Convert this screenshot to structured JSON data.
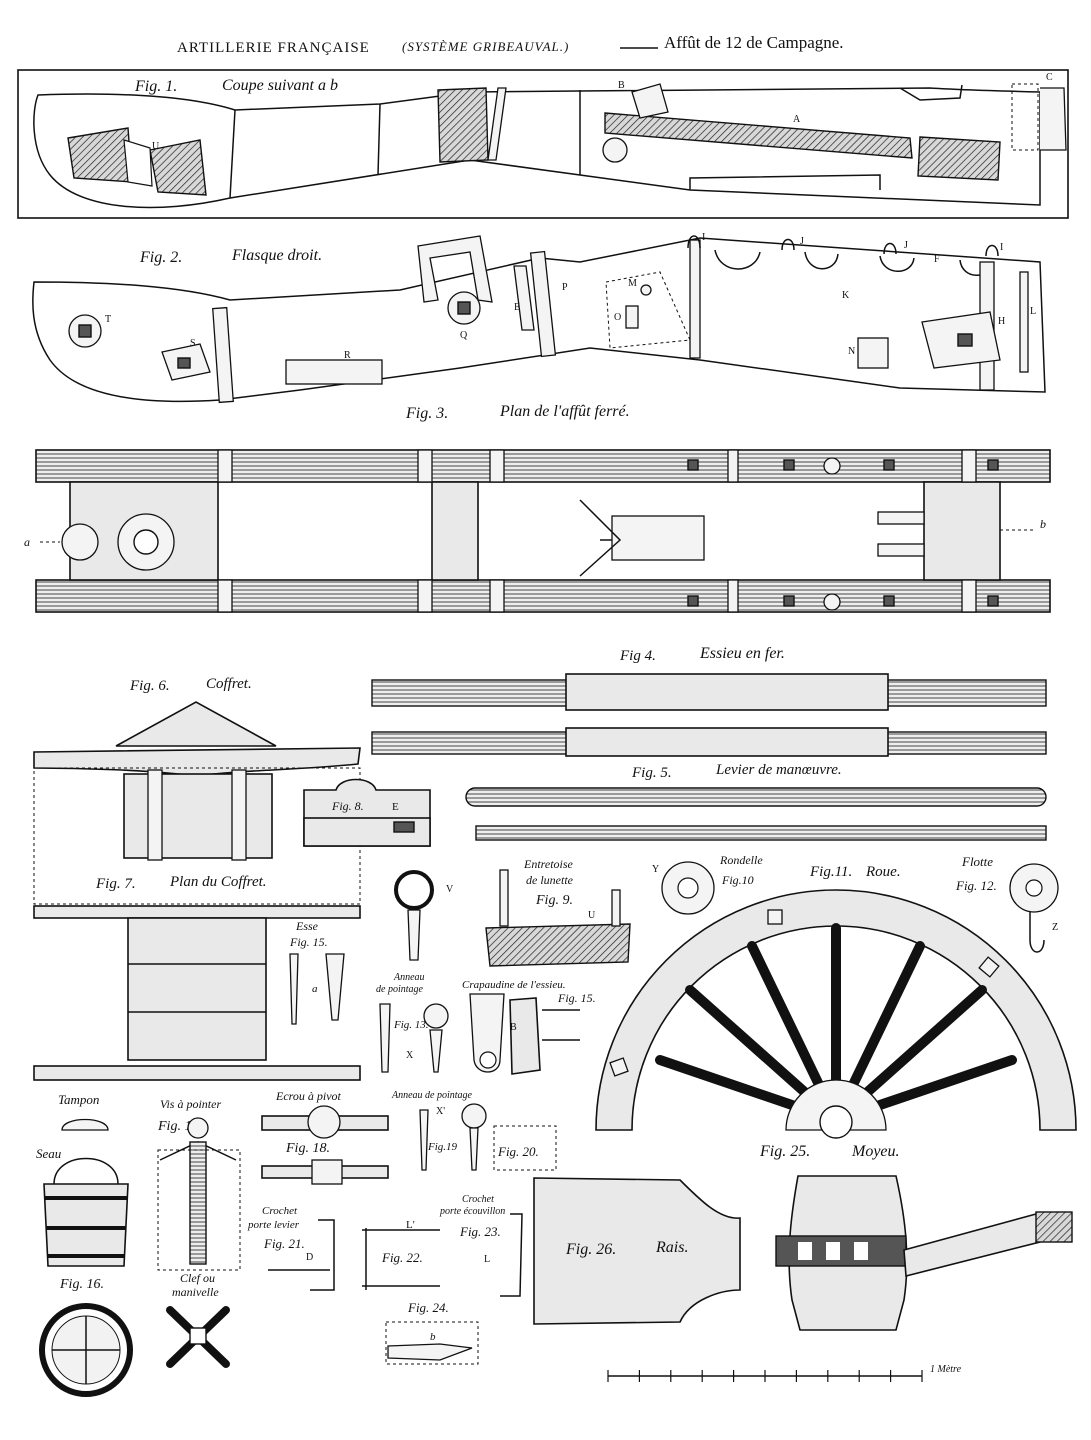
{
  "header": {
    "title": "ARTILLERIE FRANÇAISE",
    "system": "(SYSTÈME GRIBEAUVAL.)",
    "subject": "Affût de 12 de Campagne."
  },
  "figures": {
    "fig1": {
      "label": "Fig. 1.",
      "caption": "Coupe suivant a b",
      "letters": [
        "U",
        "B",
        "A",
        "C"
      ]
    },
    "fig2": {
      "label": "Fig. 2.",
      "caption": "Flasque droit.",
      "letters": [
        "T",
        "S",
        "R",
        "Q",
        "P",
        "E",
        "M",
        "O",
        "I",
        "J",
        "J",
        "I",
        "F",
        "K",
        "N",
        "H",
        "L"
      ]
    },
    "fig3": {
      "label": "Fig. 3.",
      "caption": "Plan de l'affût ferré.",
      "letters": [
        "a",
        "b"
      ]
    },
    "fig4": {
      "label": "Fig 4.",
      "caption": "Essieu en fer."
    },
    "fig5": {
      "label": "Fig. 5.",
      "caption": "Levier de manœuvre."
    },
    "fig6": {
      "label": "Fig. 6.",
      "caption": "Coffret."
    },
    "fig7": {
      "label": "Fig. 7.",
      "caption": "Plan du Coffret."
    },
    "fig8": {
      "label": "Fig. 8.",
      "letter": "E"
    },
    "fig9": {
      "label": "Fig. 9.",
      "caption_line1": "Entretoise",
      "caption_line2": "de lunette",
      "letters": [
        "V",
        "U"
      ]
    },
    "fig10": {
      "label": "Fig.10",
      "caption": "Rondelle",
      "letter": "Y"
    },
    "fig11": {
      "label": "Fig.11.",
      "caption": "Roue."
    },
    "fig12": {
      "label": "Fig. 12.",
      "caption": "Flotte",
      "letter": "Z"
    },
    "fig13": {
      "label": "Fig. 13.",
      "caption_line1": "Anneau",
      "caption_line2": "de pointage",
      "letter": "X"
    },
    "fig15": {
      "label": "Fig. 15.",
      "caption": "Crapaudine de l'essieu.",
      "letter": "B"
    },
    "fig15b": {
      "label": "Fig. 15.",
      "caption": "Esse",
      "letter": "a"
    },
    "fig16": {
      "label": "Fig. 16.",
      "caption_top": "Tampon",
      "caption_mid": "Seau"
    },
    "fig17": {
      "label": "Fig. 17.",
      "caption": "Vis à pointer",
      "caption_bottom_line1": "Clef ou",
      "caption_bottom_line2": "manivelle"
    },
    "fig18": {
      "label": "Fig. 18.",
      "caption": "Ecrou à pivot"
    },
    "fig19": {
      "label": "Fig.19",
      "caption": "Anneau de pointage",
      "letter": "X'"
    },
    "fig20": {
      "label": "Fig. 20."
    },
    "fig21": {
      "label": "Fig. 21.",
      "caption_line1": "Crochet",
      "caption_line2": "porte levier",
      "letter": "D"
    },
    "fig22": {
      "label": "Fig. 22.",
      "letter": "L'"
    },
    "fig23": {
      "label": "Fig. 23.",
      "caption_line1": "Crochet",
      "caption_line2": "porte écouvillon",
      "letter": "L"
    },
    "fig24": {
      "label": "Fig. 24.",
      "letter": "b"
    },
    "fig25": {
      "label": "Fig. 25.",
      "caption": "Moyeu."
    },
    "fig26": {
      "label": "Fig. 26.",
      "caption": "Rais."
    }
  },
  "scale": {
    "label": "1 Mètre",
    "divisions": 10
  }
}
